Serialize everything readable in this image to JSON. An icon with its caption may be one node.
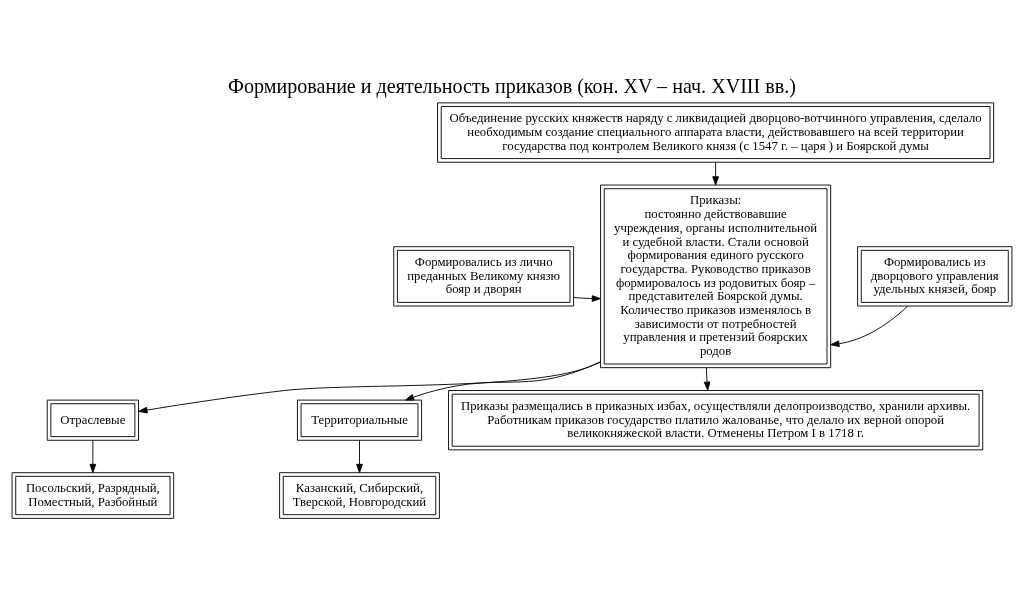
{
  "diagram": {
    "title": "Формирование и деятельность приказов (кон. XV – нач. XVIII вв.)",
    "nodes": [
      {
        "text": [
          "Объединение русских княжеств наряду с ликвидацией дворцово-вотчинного управления, сделало необходимым создание специального аппарата власти, действовавшего на всей территории государства под контролем Великого князя (с 1547 г. – царя ) и Боярской думы"
        ]
      },
      {
        "text": [
          "Формировались из лично преданных Великому князю бояр и дворян"
        ]
      },
      {
        "text": [
          "Приказы:",
          "постоянно действовавшие учреждения, органы исполнительной и судебной власти. Стали основой формирования единого русского государства. Руководство приказов формировалось из родовитых бояр – представителей Боярской думы. Количество приказов изменялось в зависимости от потребностей управления и претензий боярских родов"
        ]
      },
      {
        "text": [
          "Формировались из дворцового управления удельных князей, бояр"
        ]
      },
      {
        "text": [
          "Отраслевые"
        ]
      },
      {
        "text": [
          "Посольский, Разрядный, Поместный, Разбойный"
        ]
      },
      {
        "text": [
          "Территориальные"
        ]
      },
      {
        "text": [
          "Казанский, Сибирский, Тверской, Новгородский"
        ]
      },
      {
        "text": [
          "Приказы размещались в приказных избах, осуществляли делопроизводство, хранили архивы. Работникам приказов государство платило жалованье, что делало их верной опорой великокняжеской власти. Отменены Петром I в 1718 г."
        ]
      }
    ],
    "edges": [
      {
        "from": 0,
        "to": 2,
        "arrow": "to"
      },
      {
        "from": 1,
        "to": 2,
        "arrow": "to"
      },
      {
        "from": 3,
        "to": 2,
        "arrow": "to"
      },
      {
        "from": 2,
        "to": 4,
        "arrow": "to"
      },
      {
        "from": 2,
        "to": 6,
        "arrow": "to"
      },
      {
        "from": 4,
        "to": 5,
        "arrow": "to"
      },
      {
        "from": 6,
        "to": 7,
        "arrow": "to"
      },
      {
        "from": 2,
        "to": 8,
        "arrow": "to"
      }
    ]
  }
}
